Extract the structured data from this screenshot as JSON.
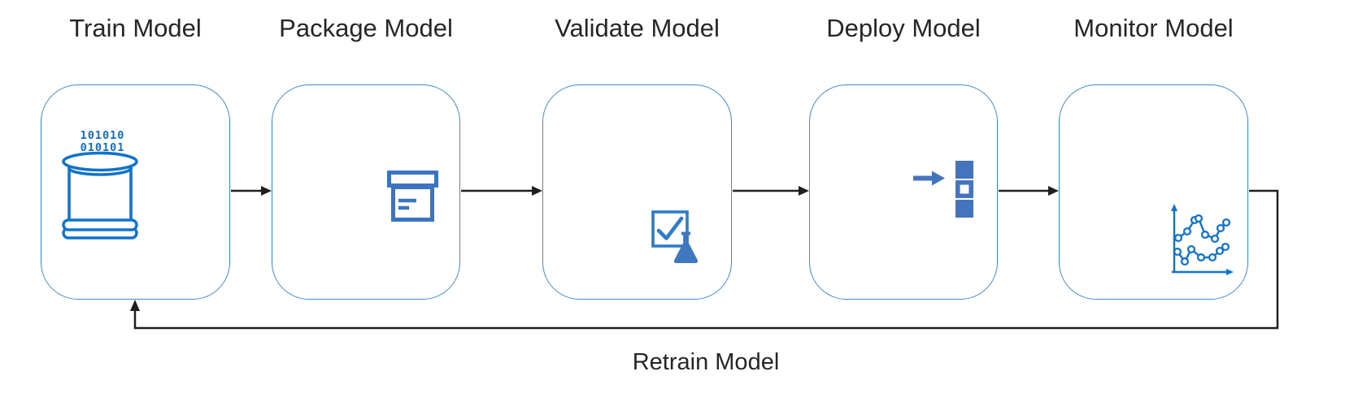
{
  "diagram": {
    "stages": [
      {
        "id": "train",
        "label": "Train Model",
        "icons": [
          "database-icon",
          "transform-arrow-icon",
          "network-model-icon"
        ]
      },
      {
        "id": "package",
        "label": "Package Model",
        "icons": [
          "network-model-icon",
          "transform-arrow-icon",
          "package-box-icon"
        ]
      },
      {
        "id": "validate",
        "label": "Validate Model",
        "icons": [
          "network-model-icon",
          "check-square-icon",
          "flask-icon"
        ]
      },
      {
        "id": "deploy",
        "label": "Deploy Model",
        "icons": [
          "network-model-icon",
          "deploy-arrow-icon",
          "stacked-squares-icon"
        ]
      },
      {
        "id": "monitor",
        "label": "Monitor Model",
        "icons": [
          "network-model-icon",
          "metrics-chart-icon"
        ]
      }
    ],
    "feedback_label": "Retrain Model",
    "train_data_bits": [
      "101010",
      "010101",
      "101010"
    ]
  },
  "colors": {
    "network_blue": "#1273cb",
    "steel_blue": "#4374bd",
    "package_blue": "#3a74c2",
    "validate_blue": "#2e7bc6",
    "flask_blue": "#4078c0",
    "box_border": "#3e8ad8",
    "connector_black": "#1f1f1f",
    "title_text": "#262626",
    "bits_blue": "#0f6fc5"
  }
}
